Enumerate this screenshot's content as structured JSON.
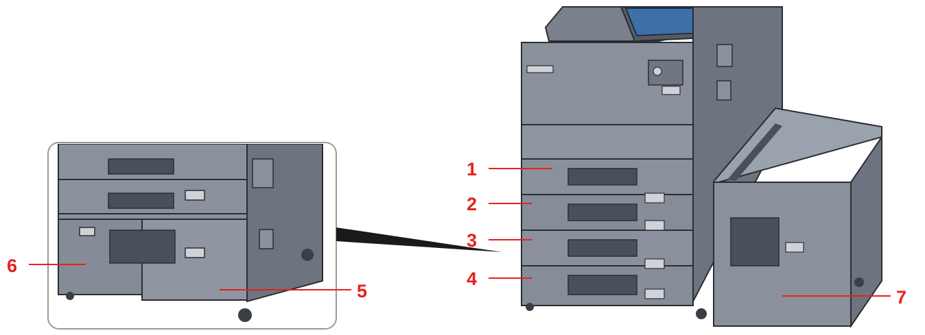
{
  "colors": {
    "callout": "#e8201a",
    "body": "#7f8794",
    "body_light": "#9aa2ae",
    "body_dark": "#5b626d",
    "outline": "#2a2d33",
    "screen": "#3d6fa8",
    "inset_frame": "#9a9a9a"
  },
  "callouts": [
    {
      "id": "1",
      "label": "1"
    },
    {
      "id": "2",
      "label": "2"
    },
    {
      "id": "3",
      "label": "3"
    },
    {
      "id": "4",
      "label": "4"
    },
    {
      "id": "5",
      "label": "5"
    },
    {
      "id": "6",
      "label": "6"
    },
    {
      "id": "7",
      "label": "7"
    }
  ]
}
